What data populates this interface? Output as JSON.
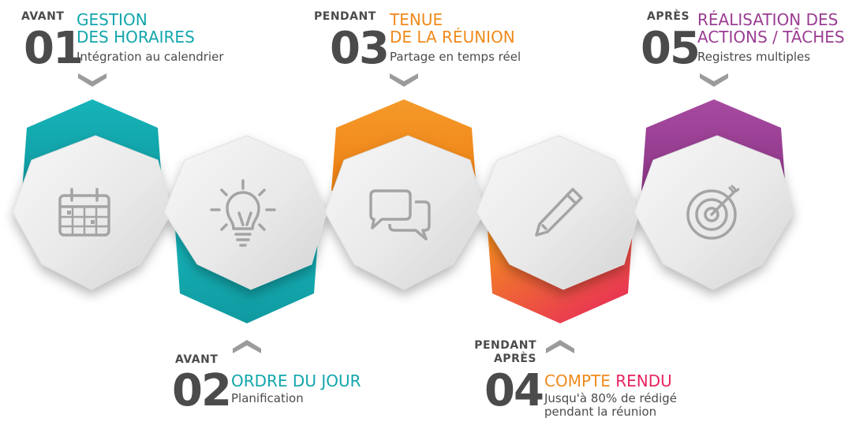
{
  "stages": [
    {
      "phase": "AVANT",
      "number": "01",
      "title_line1": "GESTION",
      "title_line2": "DES HORAIRES",
      "subtitle": "Intégration au calendrier",
      "color": "#12a6ac",
      "icon": "calendar-icon"
    },
    {
      "phase": "AVANT",
      "number": "02",
      "title_line1": "ORDRE DU JOUR",
      "subtitle": "Planification",
      "color": "#12a6ac",
      "icon": "lightbulb-icon"
    },
    {
      "phase": "PENDANT",
      "number": "03",
      "title_line1": "TENUE",
      "title_line2": "DE LA RÉUNION",
      "subtitle": "Partage en temps réel",
      "color": "#f08a1c",
      "icon": "chat-bubbles-icon"
    },
    {
      "phase_line1": "PENDANT",
      "phase_line2": "APRÈS",
      "number": "04",
      "title_part1": "COMPTE",
      "title_part2": "RENDU",
      "subtitle_line1": "Jusqu'à 80% de rédigé",
      "subtitle_line2": "pendant la réunion",
      "color": "#f08a1c",
      "color2": "#e8245e",
      "icon": "pencil-icon"
    },
    {
      "phase": "APRÈS",
      "number": "05",
      "title_line1": "RÉALISATION DES",
      "title_line2": "ACTIONS / TÂCHES",
      "subtitle": "Registres multiples",
      "color": "#9a3d93",
      "icon": "target-icon"
    }
  ],
  "colors": {
    "teal": "#12a6ac",
    "orange": "#f08a1c",
    "pink": "#e8245e",
    "purple": "#9a3d93",
    "text": "#4b4b4b",
    "icon": "#a4a4a4",
    "arrow": "#9b9b9b"
  }
}
